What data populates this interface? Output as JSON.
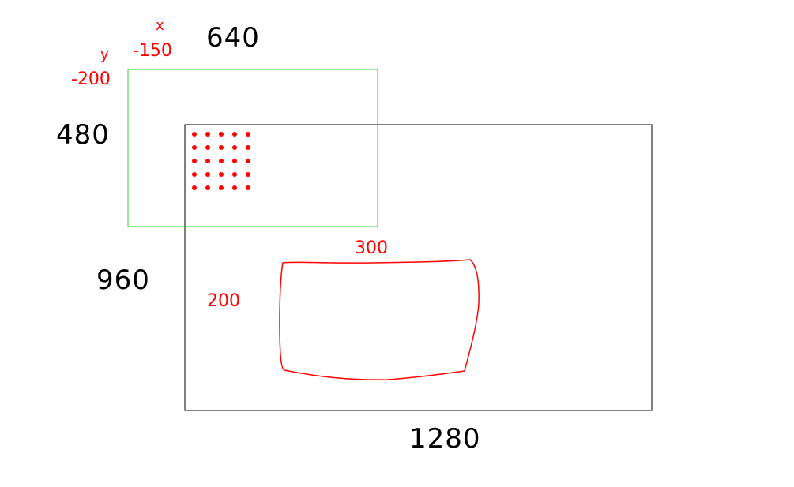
{
  "labels": {
    "x_letter": "x",
    "x_value": "-150",
    "y_letter": "y",
    "y_value": "-200",
    "viewport_width": "640",
    "viewport_height": "480",
    "canvas_height": "960",
    "canvas_width": "1280",
    "region_width": "300",
    "region_height": "200"
  },
  "colors": {
    "viewport_border": "#33cc33",
    "canvas_border": "#000000",
    "annotation": "#ff0000",
    "dots": "#ff0000"
  },
  "dot_grid": {
    "rows": 5,
    "columns": 5
  }
}
